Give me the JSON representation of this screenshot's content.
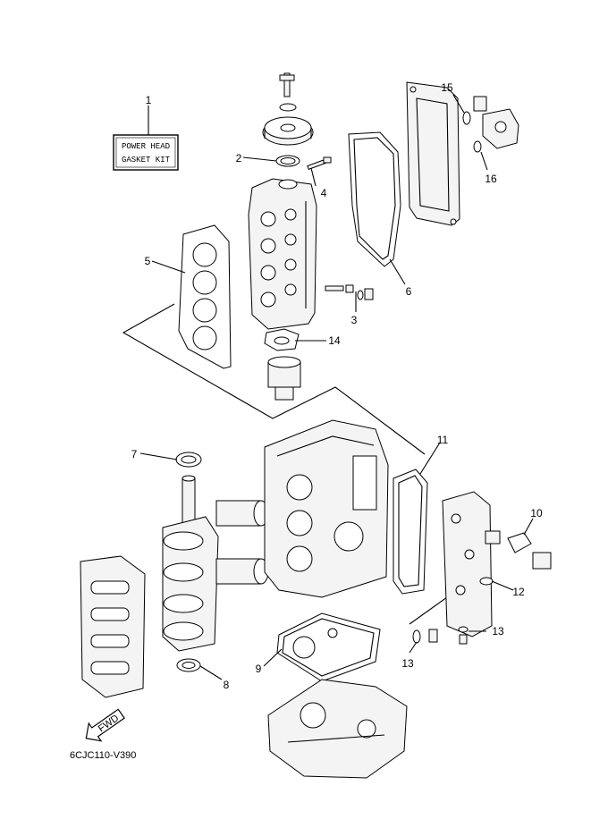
{
  "kit_box": {
    "line1": "POWER HEAD",
    "line2": "GASKET KIT"
  },
  "callouts": [
    "1",
    "2",
    "3",
    "4",
    "5",
    "6",
    "7",
    "8",
    "9",
    "10",
    "11",
    "12",
    "13",
    "13",
    "14",
    "15",
    "16"
  ],
  "fwd_label": "FWD",
  "figure_ref": "6CJC110-V390"
}
